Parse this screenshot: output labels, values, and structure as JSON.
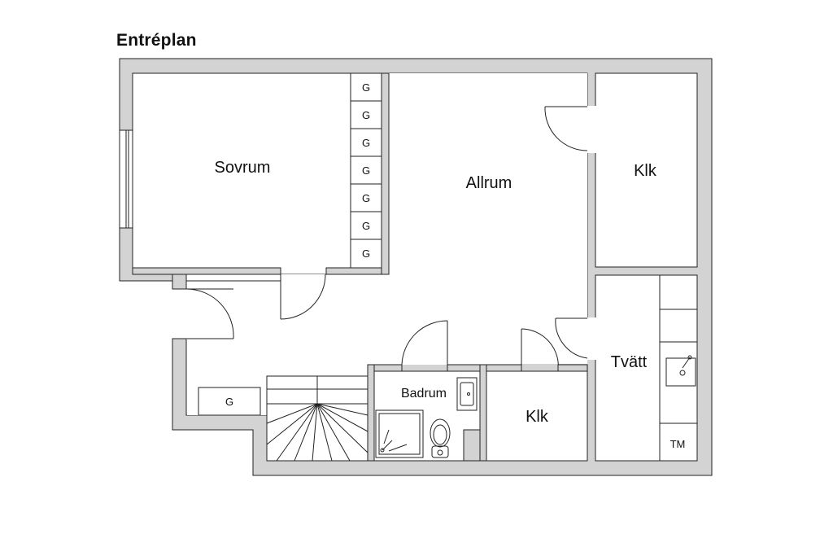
{
  "title": "Entréplan",
  "rooms": {
    "sovrum": "Sovrum",
    "allrum": "Allrum",
    "klk_top": "Klk",
    "klk_bottom": "Klk",
    "tvatt": "Tvätt",
    "badrum": "Badrum"
  },
  "wardrobe_label": "G",
  "hall_cabinet_label": "G",
  "tm_label": "TM",
  "colors": {
    "wall": "#d3d3d4",
    "wall_stroke": "#222222",
    "background": "#ffffff"
  }
}
